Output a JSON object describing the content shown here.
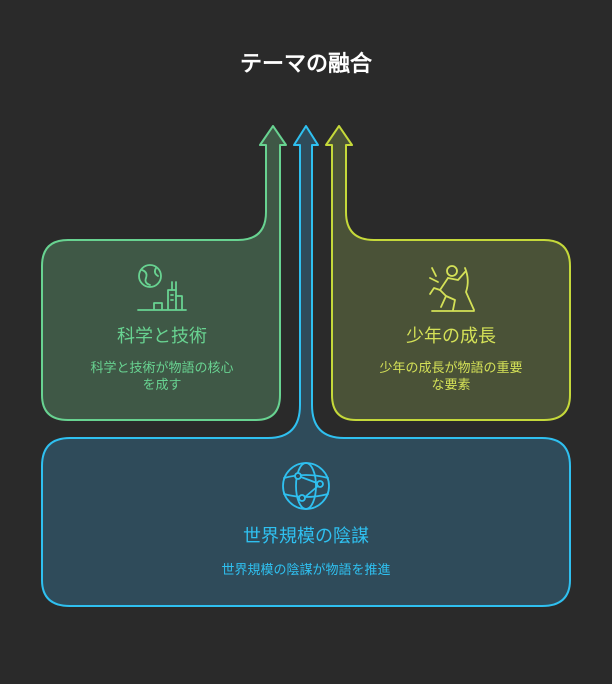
{
  "title": "テーマの融合",
  "cards": {
    "science": {
      "heading": "科学と技術",
      "description_line1": "科学と技術が物語の核心",
      "description_line2": "を成す",
      "icon": "globe-building-icon",
      "color": "#68d391"
    },
    "growth": {
      "heading": "少年の成長",
      "description_line1": "少年の成長が物語の重要",
      "description_line2": "な要素",
      "icon": "climbing-person-icon",
      "color": "#d4e157"
    },
    "conspiracy": {
      "heading": "世界規模の陰謀",
      "description": "世界規模の陰謀が物語を推進",
      "icon": "network-globe-icon",
      "color": "#2fc0f0"
    }
  }
}
